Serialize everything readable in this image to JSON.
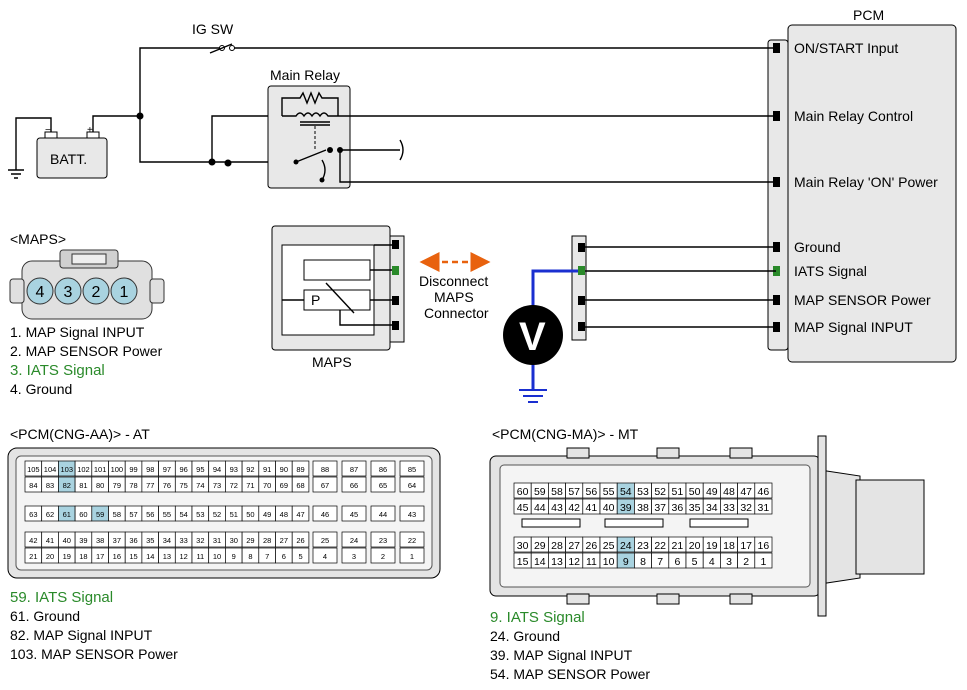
{
  "labels": {
    "ig_sw": "IG SW",
    "main_relay": "Main Relay",
    "batt": "BATT.",
    "pcm": "PCM",
    "maps_connector_title": "<MAPS>",
    "maps_sensor": "MAPS",
    "disconnect": [
      "Disconnect",
      "MAPS",
      "Connector"
    ],
    "voltmeter": "V",
    "batt_minus": "−",
    "batt_plus": "+"
  },
  "pcm_pins": [
    {
      "label": "ON/START Input",
      "color": "#000000"
    },
    {
      "label": "Main Relay Control",
      "color": "#000000"
    },
    {
      "label": "Main Relay 'ON' Power",
      "color": "#000000"
    },
    {
      "label": "Ground",
      "color": "#000000"
    },
    {
      "label": "IATS Signal",
      "color": "#2a8a2a"
    },
    {
      "label": "MAP SENSOR Power",
      "color": "#000000"
    },
    {
      "label": "MAP Signal  INPUT",
      "color": "#000000"
    }
  ],
  "maps_legend": [
    {
      "text": "1. MAP Signal  INPUT",
      "color": "#000000"
    },
    {
      "text": "2. MAP SENSOR Power",
      "color": "#000000"
    },
    {
      "text": "3. IATS Signal",
      "color": "#2a8a2a"
    },
    {
      "text": "4. Ground",
      "color": "#000000"
    }
  ],
  "maps_pins": [
    "4",
    "3",
    "2",
    "1"
  ],
  "maps_p_label": "P",
  "pcm_aa": {
    "title": "<PCM(CNG-AA)> - AT",
    "rows": [
      [
        "105",
        "104",
        "103",
        "102",
        "101",
        "100",
        "99",
        "98",
        "97",
        "96",
        "95",
        "94",
        "93",
        "92",
        "91",
        "90",
        "89"
      ],
      [
        "84",
        "83",
        "82",
        "81",
        "80",
        "79",
        "78",
        "77",
        "76",
        "75",
        "74",
        "73",
        "72",
        "71",
        "70",
        "69",
        "68"
      ],
      [
        "63",
        "62",
        "61",
        "60",
        "59",
        "58",
        "57",
        "56",
        "55",
        "54",
        "53",
        "52",
        "51",
        "50",
        "49",
        "48",
        "47"
      ],
      [
        "42",
        "41",
        "40",
        "39",
        "38",
        "37",
        "36",
        "35",
        "34",
        "33",
        "32",
        "31",
        "30",
        "29",
        "28",
        "27",
        "26"
      ],
      [
        "21",
        "20",
        "19",
        "18",
        "17",
        "16",
        "15",
        "14",
        "13",
        "12",
        "11",
        "10",
        "9",
        "8",
        "7",
        "6",
        "5"
      ]
    ],
    "side": [
      [
        "88",
        "87",
        "86",
        "85"
      ],
      [
        "67",
        "66",
        "65",
        "64"
      ],
      [
        "46",
        "45",
        "44",
        "43"
      ],
      [
        "25",
        "24",
        "23",
        "22"
      ],
      [
        "4",
        "3",
        "2",
        "1"
      ]
    ],
    "highlight": [
      "103",
      "82",
      "61",
      "59"
    ],
    "legend": [
      {
        "text": "59. IATS Signal",
        "color": "#2a8a2a"
      },
      {
        "text": "61. Ground",
        "color": "#000000"
      },
      {
        "text": "82. MAP Signal  INPUT",
        "color": "#000000"
      },
      {
        "text": "103. MAP SENSOR Power",
        "color": "#000000"
      }
    ]
  },
  "pcm_ma": {
    "title": "<PCM(CNG-MA)> - MT",
    "rows": [
      [
        "60",
        "59",
        "58",
        "57",
        "56",
        "55",
        "54",
        "53",
        "52",
        "51",
        "50",
        "49",
        "48",
        "47",
        "46"
      ],
      [
        "45",
        "44",
        "43",
        "42",
        "41",
        "40",
        "39",
        "38",
        "37",
        "36",
        "35",
        "34",
        "33",
        "32",
        "31"
      ],
      [
        "30",
        "29",
        "28",
        "27",
        "26",
        "25",
        "24",
        "23",
        "22",
        "21",
        "20",
        "19",
        "18",
        "17",
        "16"
      ],
      [
        "15",
        "14",
        "13",
        "12",
        "11",
        "10",
        "9",
        "8",
        "7",
        "6",
        "5",
        "4",
        "3",
        "2",
        "1"
      ]
    ],
    "highlight": [
      "54",
      "39",
      "24",
      "9"
    ],
    "legend": [
      {
        "text": "9. IATS Signal",
        "color": "#2a8a2a"
      },
      {
        "text": "24. Ground",
        "color": "#000000"
      },
      {
        "text": "39. MAP Signal  INPUT",
        "color": "#000000"
      },
      {
        "text": "54. MAP SENSOR Power",
        "color": "#000000"
      }
    ]
  },
  "colors": {
    "highlight": "#a9d3e0",
    "meter_wire": "#1a2fd0",
    "arrow": "#e8620e",
    "iats_pin": "#2a8a2a",
    "iats_text": "#2a8a2a"
  }
}
